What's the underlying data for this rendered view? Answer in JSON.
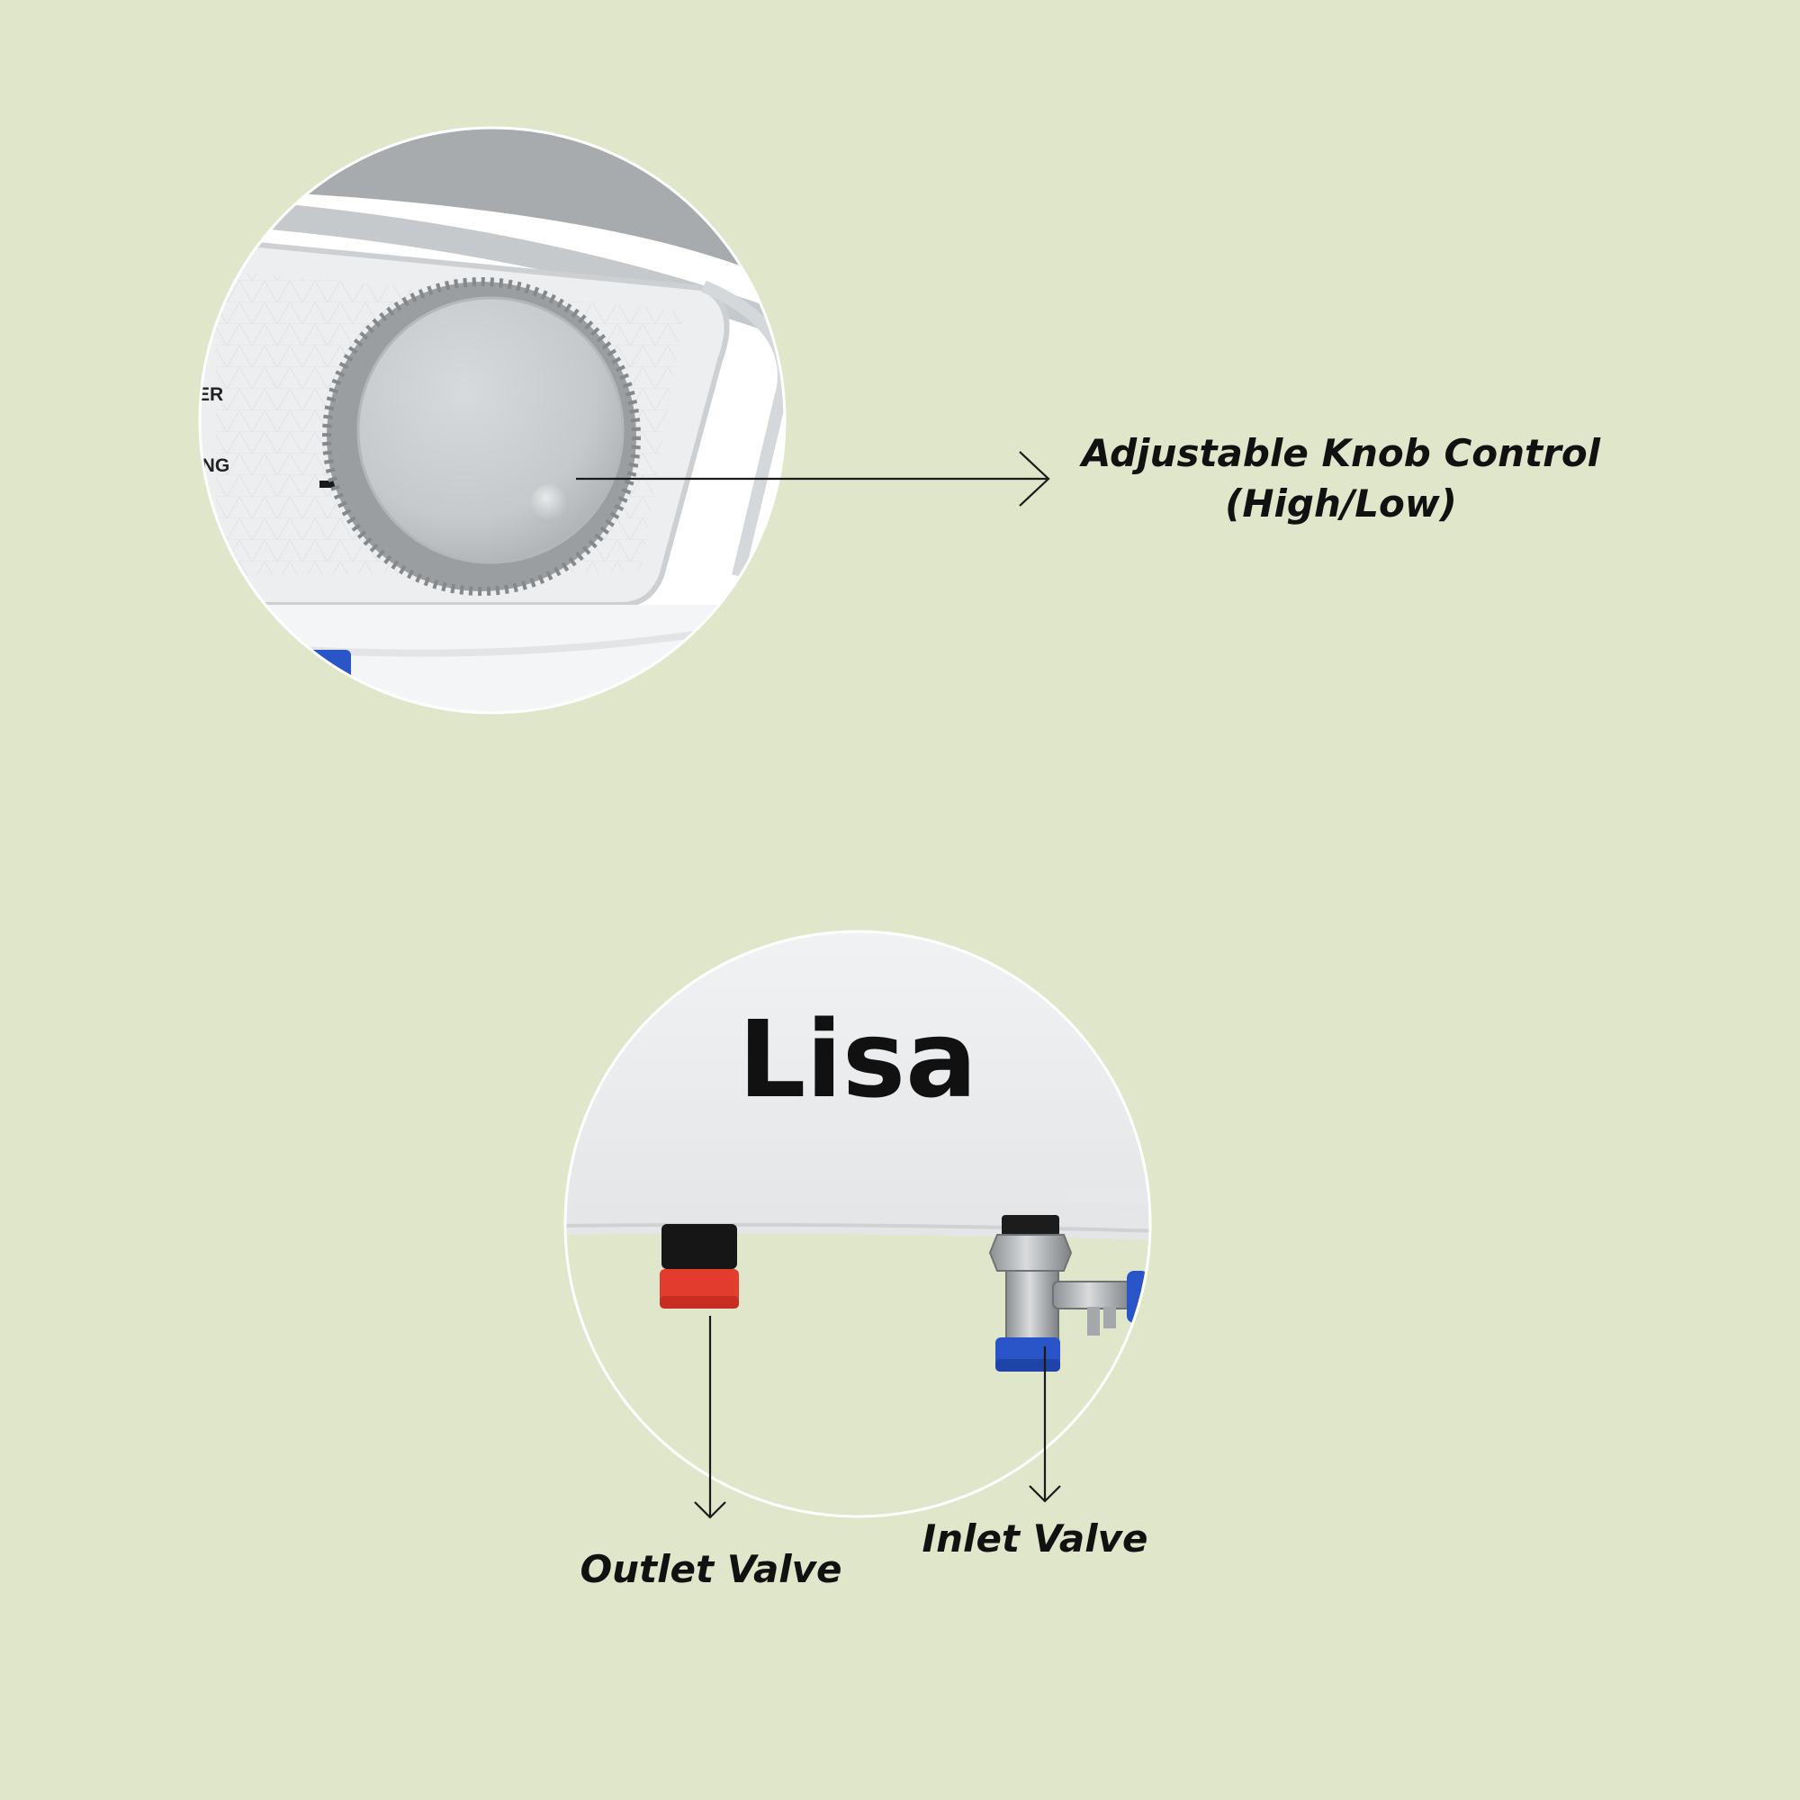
{
  "background_color": "#dfe6c9",
  "knob_callout": {
    "label_line1": "Adjustable Knob Control",
    "label_line2": "(High/Low)",
    "panel_text_top": "VER",
    "panel_text_bottom": "TING"
  },
  "valves_callout": {
    "brand_text": "Lisa",
    "outlet_label": "Outlet Valve",
    "inlet_label": "Inlet Valve",
    "outlet_cap_color": "#e33b2e",
    "inlet_cap_color": "#2a55c8"
  }
}
